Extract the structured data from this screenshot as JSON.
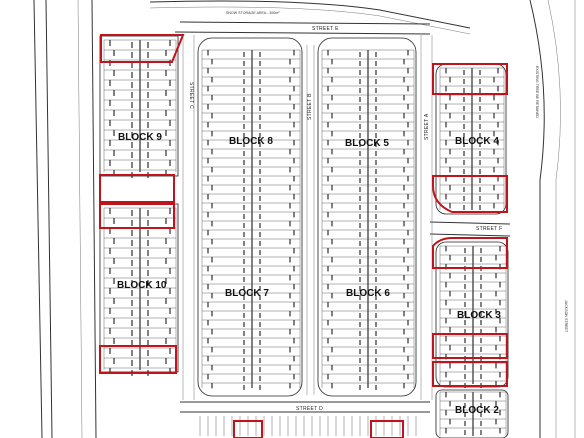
{
  "blocks": {
    "b2": "BLOCK 2",
    "b3": "BLOCK 3",
    "b4": "BLOCK 4",
    "b5": "BLOCK 5",
    "b6": "BLOCK 6",
    "b7": "BLOCK 7",
    "b8": "BLOCK 8",
    "b9": "BLOCK 9",
    "b10": "BLOCK 10"
  },
  "streets": {
    "a": "STREET A",
    "b": "STREET B",
    "c": "STREET C",
    "d": "STREET D",
    "e": "STREET E",
    "f": "STREET F"
  },
  "notes": {
    "snow": "SNOW STORAGE AREA - 300m²",
    "trees": "EXISTING TREE BE RETAINED",
    "jackson": "JACKSON STREET"
  },
  "colors": {
    "highlight": "#c0141c",
    "linework": "#1a1a1a"
  }
}
